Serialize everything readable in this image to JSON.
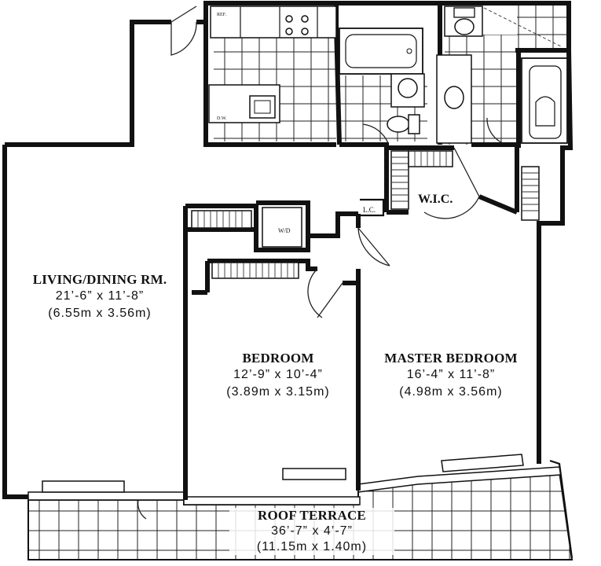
{
  "rooms": {
    "living": {
      "name": "LIVING/DINING RM.",
      "dim_imperial": "21’-6” x 11’-8”",
      "dim_metric": "(6.55m x 3.56m)"
    },
    "bedroom": {
      "name": "BEDROOM",
      "dim_imperial": "12’-9” x 10’-4”",
      "dim_metric": "(3.89m x 3.15m)"
    },
    "master": {
      "name": "MASTER BEDROOM",
      "dim_imperial": "16’-4” x 11’-8”",
      "dim_metric": "(4.98m x 3.56m)"
    },
    "terrace": {
      "name": "ROOF TERRACE",
      "dim_imperial": "36’-7” x 4’-7”",
      "dim_metric": "(11.15m x 1.40m)"
    }
  },
  "small_labels": {
    "wic": "W.I.C.",
    "lc": "L.C.",
    "wd": "W/D",
    "ref": "REF.",
    "dw": "D.W."
  }
}
